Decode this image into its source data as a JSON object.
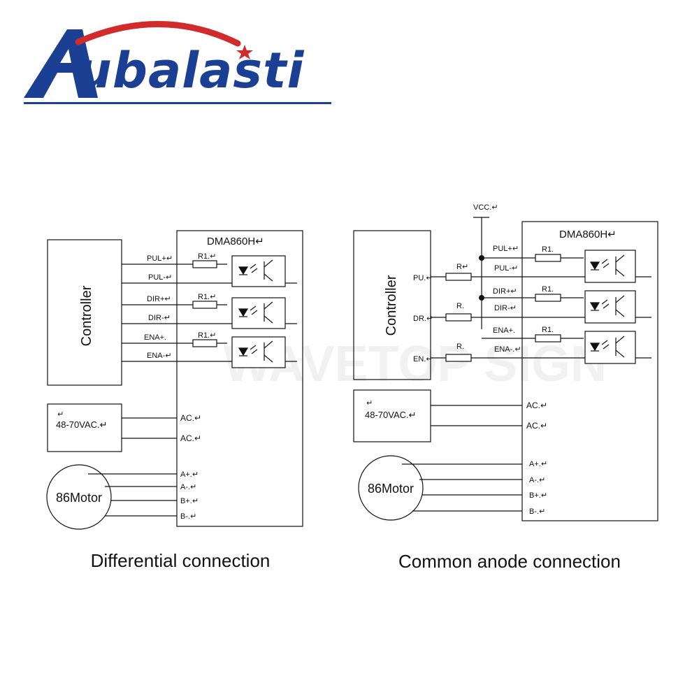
{
  "logo": {
    "text": "ubalasti"
  },
  "watermark": "WAVETOP SIGN",
  "left": {
    "controller": "Controller",
    "driver_title": "DMA860H↵",
    "signals": [
      "PUL+↵",
      "PUL-↵",
      "DIR+↵",
      "DIR-↵",
      "ENA+.",
      "ENA-↵"
    ],
    "resistor": "R1.↵",
    "power_mark": "↵",
    "power": "48-70VAC.↵",
    "ac_labels": [
      "AC.↵",
      "AC.↵"
    ],
    "motor": "86Motor",
    "motor_pins": [
      "A+.↵",
      "A-.↵",
      "B+.↵",
      "B-.↵"
    ],
    "caption": "Differential connection"
  },
  "right": {
    "vcc": "VCC.↵",
    "controller": "Controller",
    "driver_title": "DMA860H↵",
    "ctrl_pins": [
      "PU.↵",
      "DR.↵",
      "EN.↵"
    ],
    "ctrl_resistors": [
      "R↵",
      "R.",
      "R."
    ],
    "signals": [
      "PUL+↵",
      "PUL-↵",
      "DIR+↵",
      "DIR-↵",
      "ENA+.",
      "ENA-.↵"
    ],
    "resistor": "R1.",
    "power_mark": "↵",
    "power": "48-70VAC.↵",
    "ac_labels": [
      "AC.↵",
      "AC.↵"
    ],
    "motor": "86Motor",
    "motor_pins": [
      "A+.↵",
      "A-.↵",
      "B+.↵",
      "B-.↵"
    ],
    "caption": "Common anode connection"
  },
  "colors": {
    "logo_blue": "#1b3f93",
    "logo_red": "#d22b2b",
    "line": "#111111"
  }
}
